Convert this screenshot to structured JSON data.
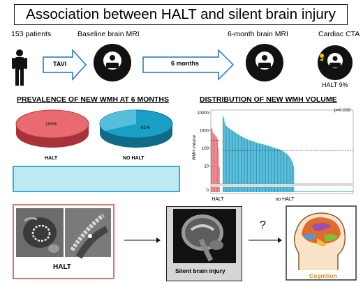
{
  "title": "Association between HALT and silent brain injury",
  "flow": {
    "patients_label": "153 patients",
    "baseline_label": "Baseline brain MRI",
    "followup_label": "6-month brain MRI",
    "cta_label": "Cardiac CTA",
    "tavi_label": "TAVI",
    "interval_label": "6 months",
    "halt_rate_label": "HALT 9%"
  },
  "prevalence": {
    "title": "PREVALENCE OF NEW WMH AT 6 MONTHS",
    "halt": {
      "label": "HALT",
      "value_label": "100%",
      "value": 100,
      "color": "#e35d66"
    },
    "nohalt": {
      "label": "NO HALT",
      "value_label": "61%",
      "value": 61,
      "color": "#1e9fc4"
    }
  },
  "distribution": {
    "title": "DISTRIBUTION OF NEW WMH VOLUME",
    "p_value": "p=0.039",
    "ylabel": "WMH volume",
    "yticks": [
      "10000",
      "1000",
      "100",
      "10",
      "0"
    ],
    "group_labels": [
      "HALT",
      "no HALT"
    ]
  },
  "chart_data": {
    "type": "bar",
    "title": "DISTRIBUTION OF NEW WMH VOLUME",
    "ylabel": "WMH volume",
    "yscale": "log",
    "ylim": [
      1,
      10000
    ],
    "p_value": "p=0.039",
    "median_lines": {
      "HALT": 280,
      "no HALT": 75
    },
    "series": [
      {
        "name": "HALT",
        "color": "#e35d66",
        "values": [
          1500,
          1250,
          800,
          650,
          600,
          500,
          430,
          330,
          100,
          9
        ]
      },
      {
        "name": "no HALT",
        "color": "#1e9fc4",
        "values": [
          7000,
          5000,
          3000,
          2000,
          1800,
          1600,
          1400,
          1300,
          1200,
          1100,
          1000,
          950,
          900,
          800,
          750,
          700,
          650,
          600,
          560,
          520,
          480,
          450,
          420,
          400,
          380,
          360,
          340,
          320,
          300,
          290,
          280,
          270,
          260,
          250,
          240,
          230,
          220,
          210,
          200,
          195,
          190,
          185,
          180,
          175,
          170,
          165,
          160,
          155,
          150,
          145,
          140,
          135,
          130,
          125,
          120,
          115,
          110,
          105,
          100,
          98,
          95,
          92,
          90,
          85,
          80,
          75,
          70,
          65,
          60,
          55,
          50,
          45,
          40,
          35,
          30,
          25,
          20,
          15,
          10,
          0,
          0,
          0,
          0,
          0,
          0,
          0,
          0,
          0,
          0,
          0,
          0,
          0,
          0,
          0,
          0,
          0,
          0,
          0,
          0,
          0,
          0,
          0,
          0,
          0,
          0,
          0,
          0,
          0,
          0,
          0,
          0,
          0,
          0,
          0,
          0,
          0,
          0,
          0,
          0,
          0,
          0,
          0,
          0,
          0,
          0,
          0,
          0,
          0,
          0,
          0,
          0,
          0,
          0,
          0,
          0,
          0,
          0,
          0,
          0,
          0,
          0,
          0,
          0,
          0
        ]
      }
    ]
  },
  "bottom": {
    "halt_label": "HALT",
    "injury_label": "Silent brain injury",
    "question_mark": "?",
    "cognition_label": "Cognition"
  },
  "colors": {
    "halt": "#e35d66",
    "nohalt": "#1e9fc4",
    "halt_text": "#e0457b",
    "box_fill": "#bfe8f5",
    "cognition_text": "#d98c1a"
  }
}
